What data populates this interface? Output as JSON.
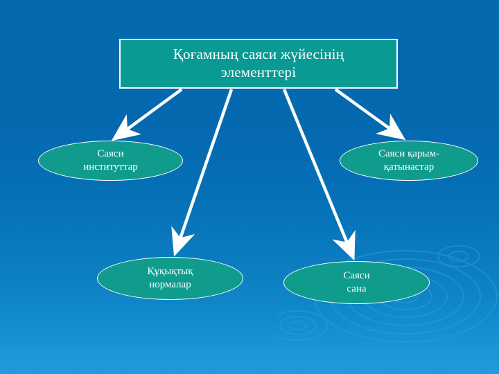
{
  "slide": {
    "background_color_top": "#0569b0",
    "background_color_bottom": "#249ada",
    "accent_color": "#089a93",
    "node_color": "#109c8c",
    "outline_color": "#ffffff"
  },
  "title": {
    "text": "Қоғамның саяси жүйесінің\nэлементтері"
  },
  "nodes": [
    {
      "id": "institutions",
      "text": "Саяси\nинституттар"
    },
    {
      "id": "relations",
      "text": "Саяси қарым-\nқатынастар"
    },
    {
      "id": "norms",
      "text": "Құқықтық\nнормалар"
    },
    {
      "id": "consciousness",
      "text": "Саяси\nсана"
    }
  ],
  "connectors": {
    "count": 4,
    "style": "straight-arrow",
    "color": "#ffffff"
  },
  "decoration": {
    "name": "water-ripples",
    "position": "bottom-right"
  }
}
